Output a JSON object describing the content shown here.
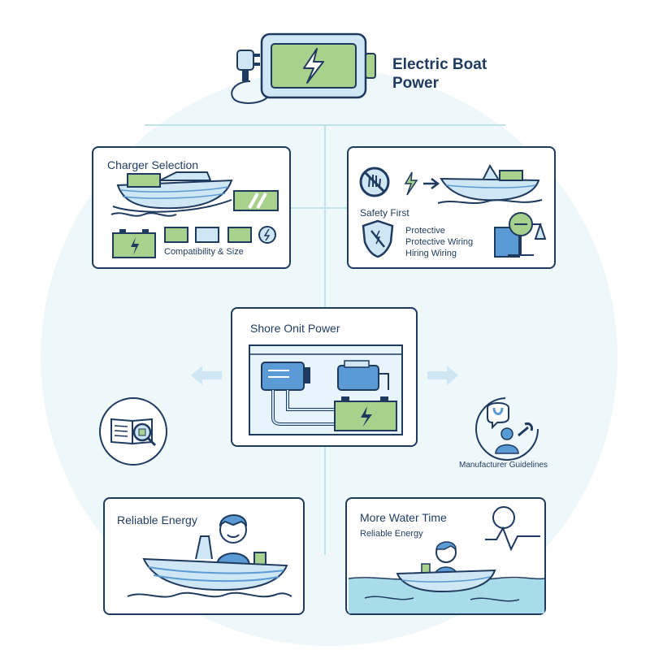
{
  "header": {
    "title_line1": "Electric Boat",
    "title_line2": "Power"
  },
  "cards": {
    "charger": {
      "title": "Charger Selection",
      "caption": "Compatibility & Size"
    },
    "safety": {
      "title": "Safety First",
      "label_line1": "Protective",
      "label_line2": "Protective Wiring",
      "label_line3": "Hiring Wiring"
    },
    "shore": {
      "title": "Shore Onit Power"
    },
    "reliable": {
      "title": "Reliable Energy"
    },
    "water": {
      "title": "More Water Time",
      "subtitle": "Reliable Energy"
    }
  },
  "side": {
    "manufacturer_label": "Manufacturer Guidelines"
  },
  "icons": {
    "battery": "battery-icon",
    "plug": "plug-icon",
    "manual": "manual-icon",
    "support": "support-icon"
  },
  "colors": {
    "navy": "#1f3a5f",
    "blue": "#5b9bd5",
    "light_blue": "#cfe6f5",
    "green": "#a9d18e",
    "teal_bg": "#eef7f9",
    "connector": "#bfe3ea",
    "water": "#a8dce8"
  }
}
